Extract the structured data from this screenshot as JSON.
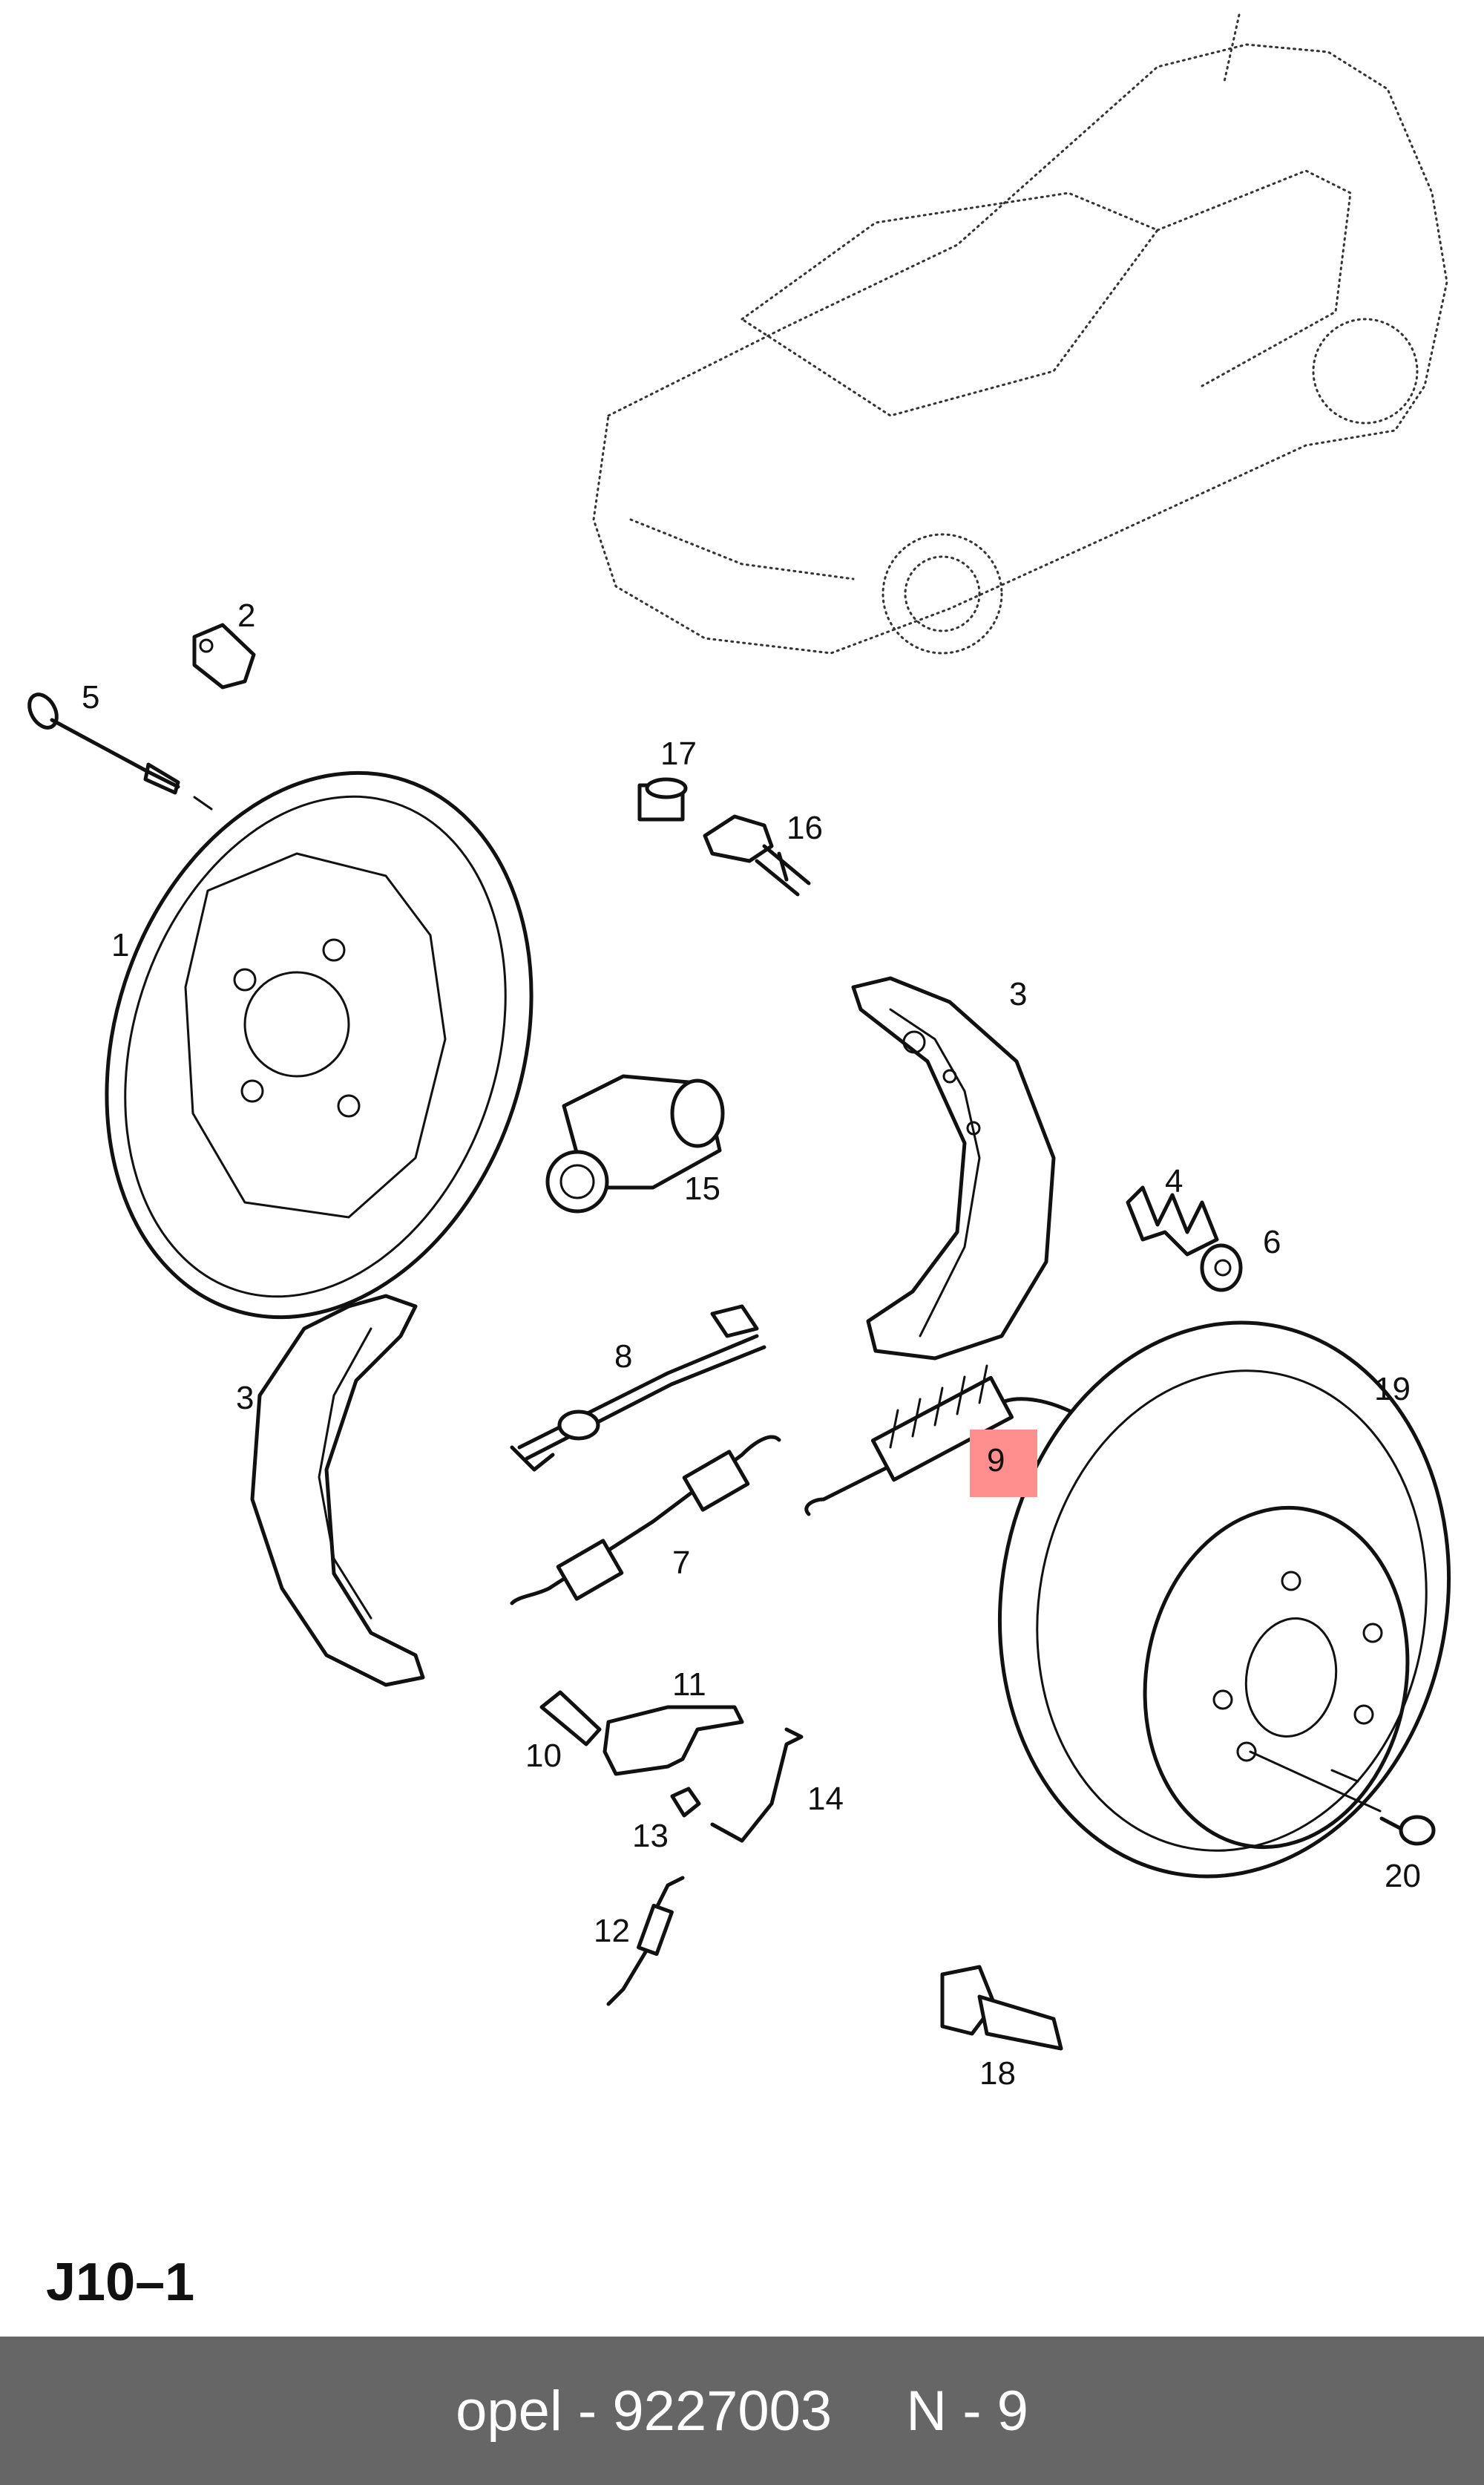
{
  "diagram_code": "J10–1",
  "highlight_color": "#ff8f8f",
  "footer_color": "#666666",
  "callouts": {
    "c1": "1",
    "c2": "2",
    "c3a": "3",
    "c3b": "3",
    "c4": "4",
    "c5": "5",
    "c6": "6",
    "c7": "7",
    "c8": "8",
    "c9": "9",
    "c10": "10",
    "c11": "11",
    "c12": "12",
    "c13": "13",
    "c14": "14",
    "c15": "15",
    "c16": "16",
    "c17": "17",
    "c18": "18",
    "c19": "19",
    "c20": "20"
  },
  "footer": {
    "brand_part": "opel - 9227003",
    "position": "N - 9"
  }
}
